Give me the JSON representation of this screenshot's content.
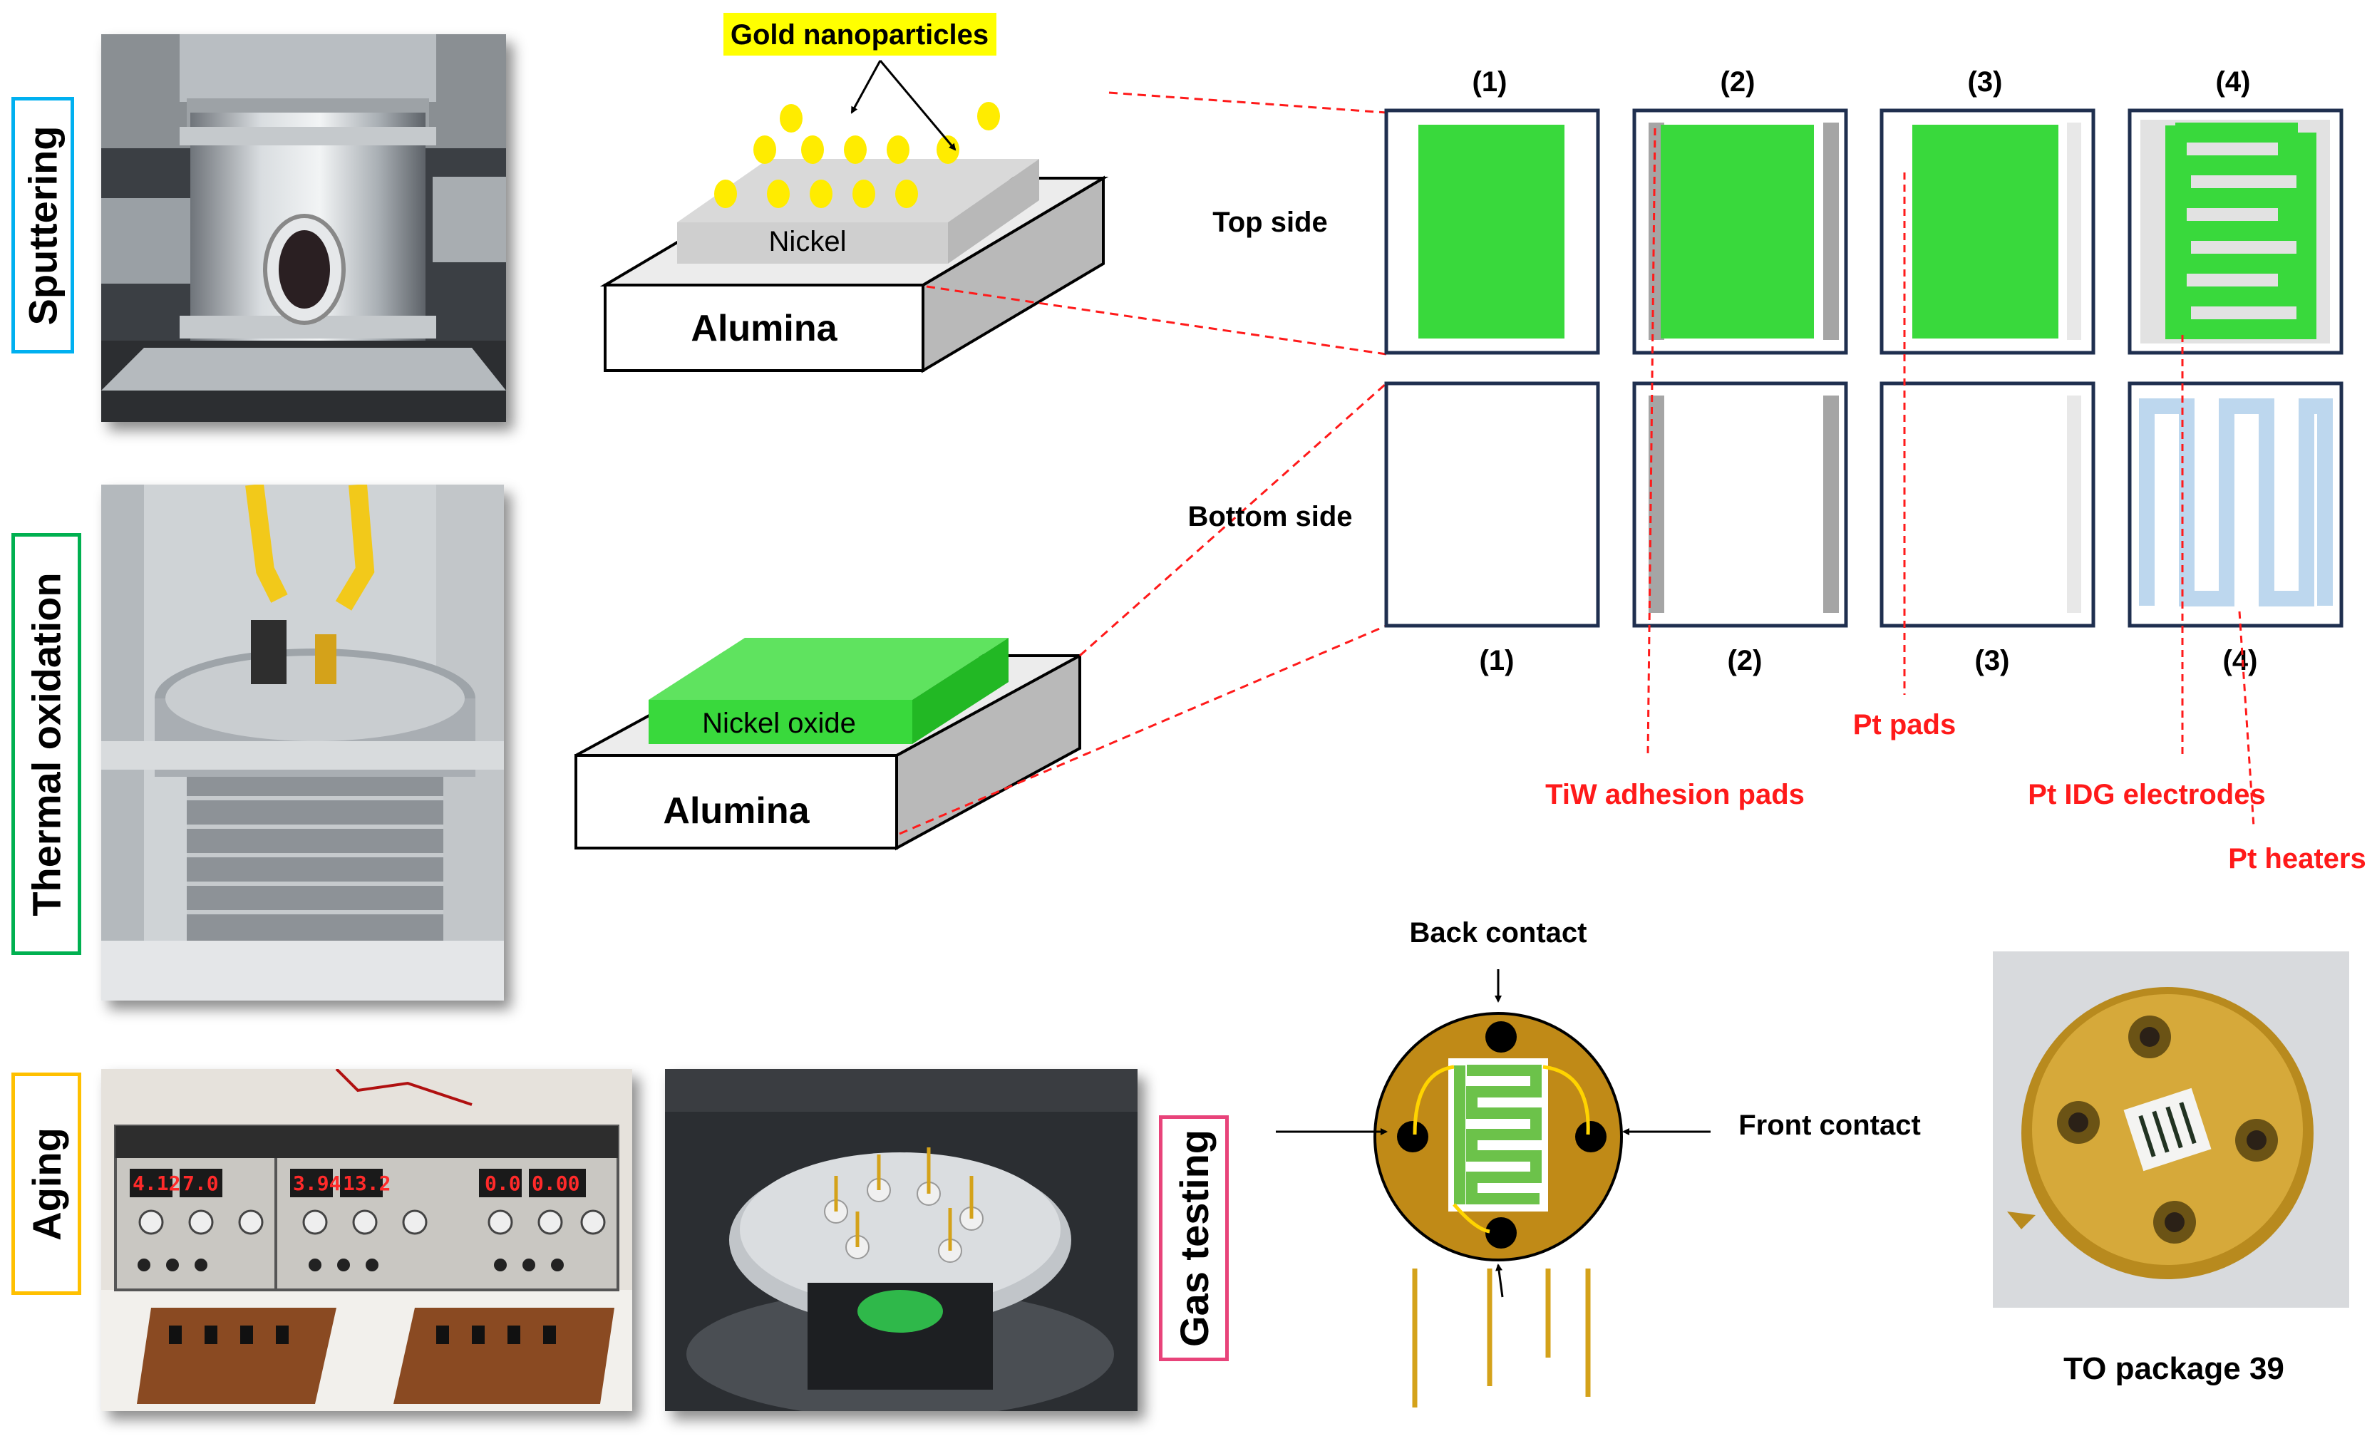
{
  "steps": {
    "sputtering": "Sputtering",
    "thermal_oxidation": "Thermal oxidation",
    "aging": "Aging",
    "gas_testing": "Gas testing"
  },
  "substrate": {
    "top_layer": "Nickel",
    "top_base": "Alumina",
    "nanoparticles": "Gold nanoparticles",
    "bottom_layer": "Nickel oxide",
    "bottom_base": "Alumina"
  },
  "panels": {
    "top_numbers": [
      "(1)",
      "(2)",
      "(3)",
      "(4)"
    ],
    "bottom_numbers": [
      "(1)",
      "(2)",
      "(3)",
      "(4)"
    ],
    "top_side": "Top side",
    "bottom_side": "Bottom side"
  },
  "annotations": {
    "tiw": "TiW adhesion pads",
    "pt_pads": "Pt pads",
    "pt_idg": "Pt IDG electrodes",
    "pt_heaters": "Pt heaters"
  },
  "package": {
    "back_contact": "Back contact",
    "front_contact": "Front contact",
    "caption": "TO package 39"
  },
  "meter_readings": [
    "4.12",
    "7.0",
    "3.94",
    "13.2",
    "0.0",
    "0.00"
  ],
  "colors": {
    "nickel_oxide": "#39d93c",
    "annotation": "#ff1a1a",
    "highlight": "#ffff00",
    "sputtering_border": "#00b0f0",
    "oxidation_border": "#00b050",
    "aging_border": "#ffc000",
    "gas_border": "#e8437a"
  }
}
